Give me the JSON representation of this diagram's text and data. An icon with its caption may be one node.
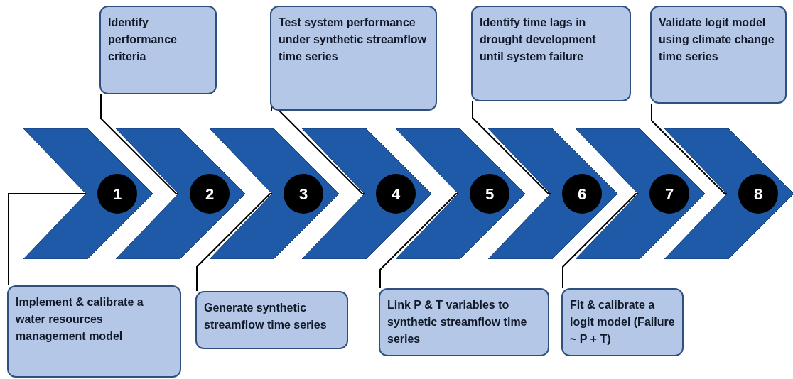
{
  "diagram": {
    "nodes": [
      {
        "text": [
          "Implement & calibrate a water resources management model"
        ]
      },
      {
        "text": [
          "Identify performance criteria"
        ]
      },
      {
        "text": [
          "Generate synthetic streamflow time series"
        ]
      },
      {
        "text": [
          "Test system performance under synthetic streamflow time series"
        ]
      },
      {
        "text": [
          "Link P & T variables to synthetic streamflow time series"
        ]
      },
      {
        "text": [
          "Identify time lags in drought development until system failure"
        ]
      },
      {
        "text": [
          "Fit  & calibrate a logit model (Failure ~ P + T)"
        ]
      },
      {
        "text": [
          "Validate logit model using climate change time series"
        ]
      },
      {
        "text": [
          "1"
        ]
      },
      {
        "text": [
          "2"
        ]
      },
      {
        "text": [
          "3"
        ]
      },
      {
        "text": [
          "4"
        ]
      },
      {
        "text": [
          "5"
        ]
      },
      {
        "text": [
          "6"
        ]
      },
      {
        "text": [
          "7"
        ]
      },
      {
        "text": [
          "8"
        ]
      }
    ],
    "edges": [
      {
        "from": 0,
        "to": 8,
        "arrow": "none"
      },
      {
        "from": 1,
        "to": 9,
        "arrow": "none"
      },
      {
        "from": 2,
        "to": 10,
        "arrow": "none"
      },
      {
        "from": 3,
        "to": 11,
        "arrow": "none"
      },
      {
        "from": 4,
        "to": 12,
        "arrow": "none"
      },
      {
        "from": 5,
        "to": 13,
        "arrow": "none"
      },
      {
        "from": 6,
        "to": 14,
        "arrow": "none"
      },
      {
        "from": 7,
        "to": 15,
        "arrow": "none"
      }
    ]
  }
}
